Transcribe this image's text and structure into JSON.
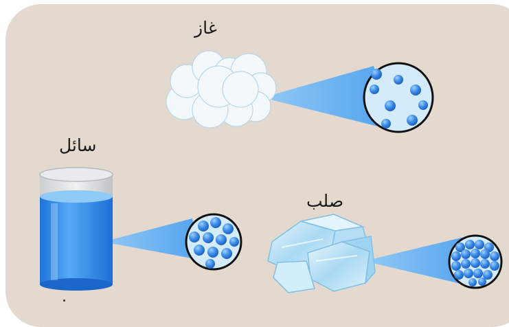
{
  "states": {
    "gas": {
      "label": "غاز"
    },
    "liquid": {
      "label": "سائل"
    },
    "solid": {
      "label": "صلب"
    }
  },
  "colors": {
    "background_panel": "#e3d9cf",
    "particle_blue": "#3d8de8",
    "beam_blue": "#5aa8f2",
    "circle_fill": "#cfe7fb",
    "water_blue": "#2b8cf0",
    "ice_blue": "#bfe3f7",
    "cloud_white": "#f2f8fc"
  },
  "icons": [
    "cloud-icon",
    "water-glass-icon",
    "ice-cubes-icon",
    "magnifier-circle-icon"
  ]
}
